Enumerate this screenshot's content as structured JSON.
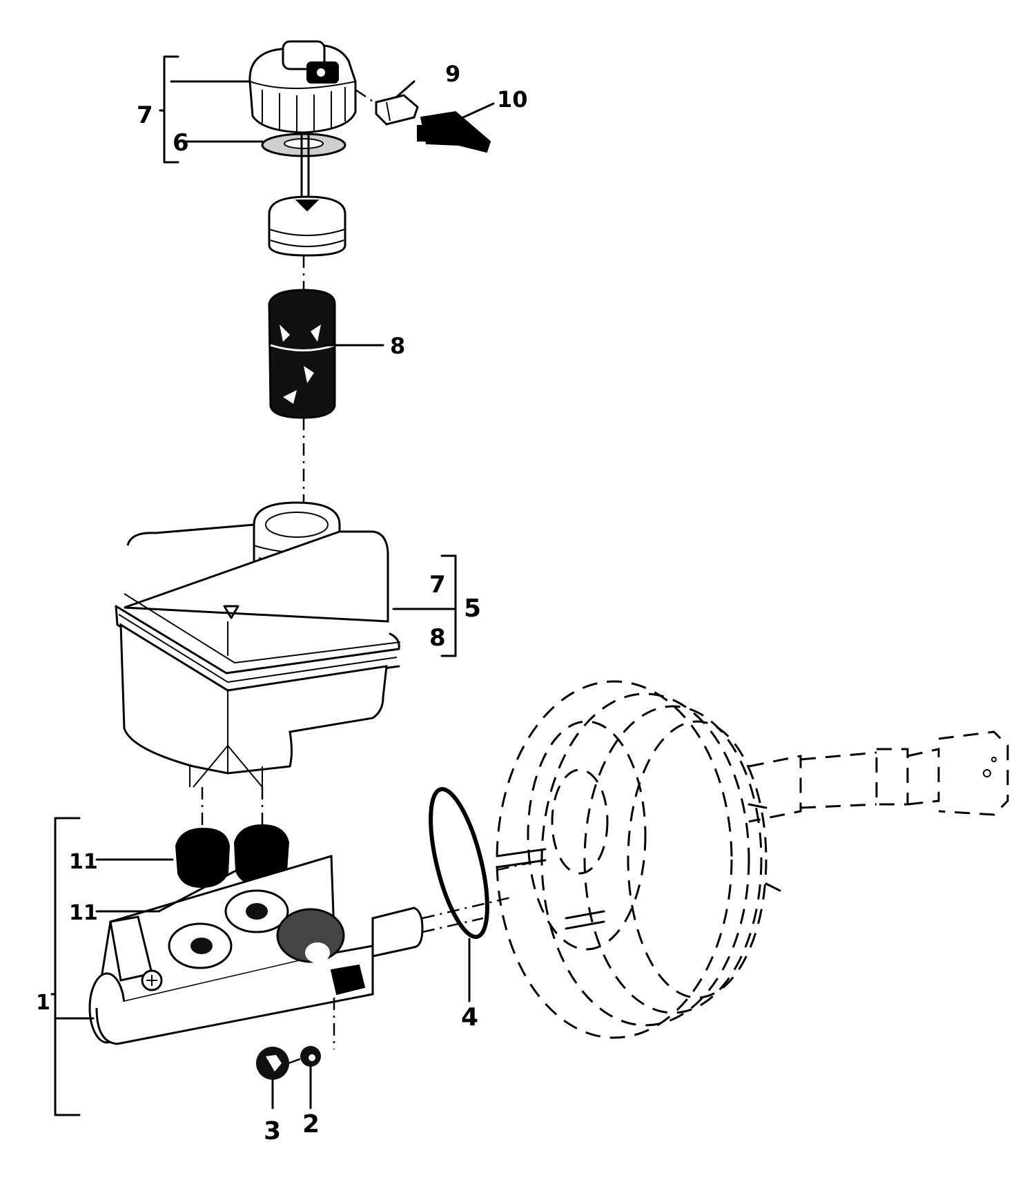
{
  "callouts": {
    "c1": "1",
    "c2": "2",
    "c3": "3",
    "c4": "4",
    "c5": "5",
    "c6": "6",
    "c7_top": "7",
    "c7_side": "7",
    "c8_main": "8",
    "c8_side": "8",
    "c9": "9",
    "c10": "10",
    "c11_top": "11",
    "c11_bottom": "11"
  }
}
